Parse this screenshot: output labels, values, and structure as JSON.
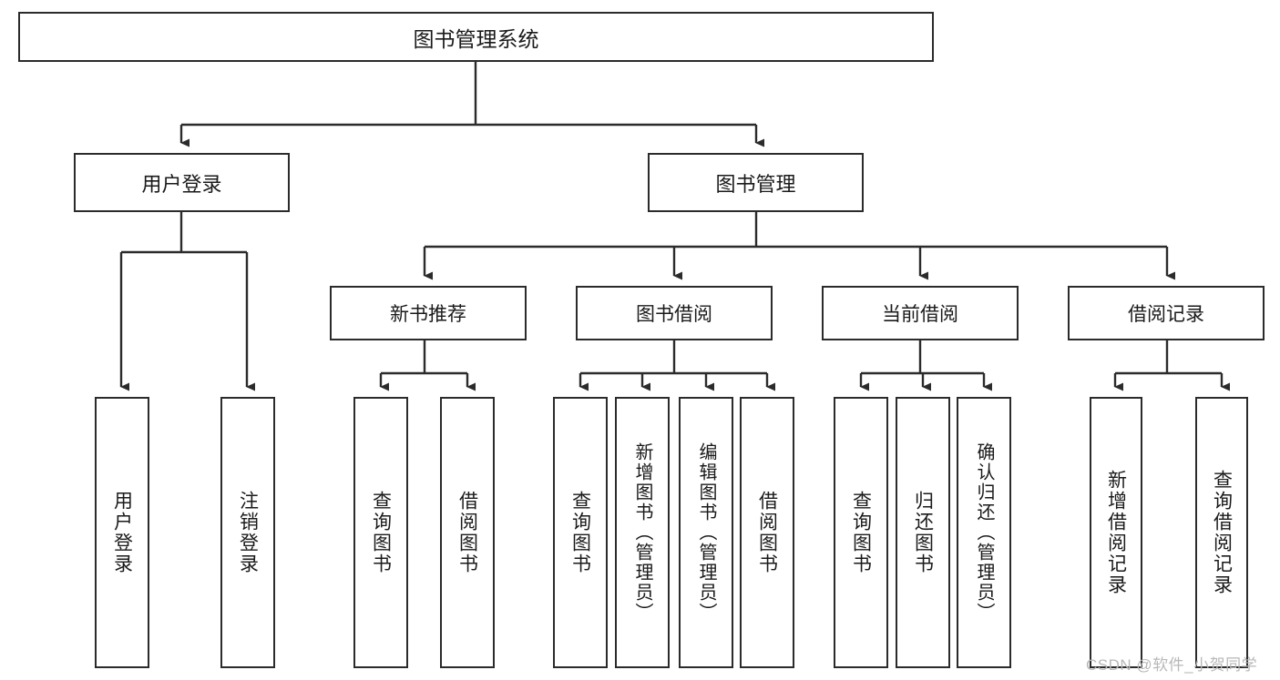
{
  "diagram": {
    "title_text": "图书管理系统",
    "watermark": "CSDN @软件_小贺同学",
    "root": {
      "label": "图书管理系统"
    },
    "level2": [
      {
        "label": "用户登录"
      },
      {
        "label": "图书管理"
      }
    ],
    "level3": [
      {
        "label": "新书推荐"
      },
      {
        "label": "图书借阅"
      },
      {
        "label": "当前借阅"
      },
      {
        "label": "借阅记录"
      }
    ],
    "leaves": [
      {
        "label": "用户登录"
      },
      {
        "label": "注销登录"
      },
      {
        "label": "查询图书"
      },
      {
        "label": "借阅图书"
      },
      {
        "label": "查询图书"
      },
      {
        "label": "新增图书（管理员）"
      },
      {
        "label": "编辑图书（管理员）"
      },
      {
        "label": "借阅图书"
      },
      {
        "label": "查询图书"
      },
      {
        "label": "归还图书"
      },
      {
        "label": "确认归还（管理员）"
      },
      {
        "label": "新增借阅记录"
      },
      {
        "label": "查询借阅记录"
      }
    ],
    "colors": {
      "stroke": "#2b2b2b",
      "text": "#1a1a1a",
      "background": "#ffffff",
      "watermark": "#b8b8b8"
    }
  }
}
